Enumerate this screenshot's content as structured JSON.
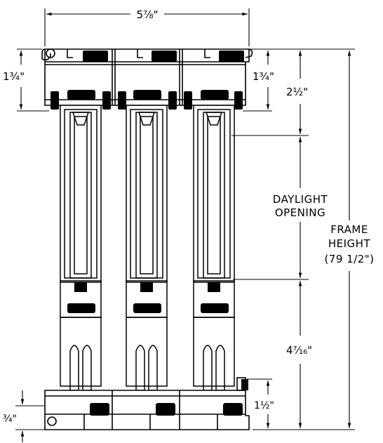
{
  "dimensions": {
    "overall_width": "5⅞\"",
    "head_left": "1¾\"",
    "head_right": "1¾\"",
    "head_to_daylight": "2½\"",
    "sill_to_daylight": "4⁷⁄₁₆\"",
    "sill_height": "1½\"",
    "sill_offset": "¾\""
  },
  "labels": {
    "daylight_line1": "DAYLIGHT",
    "daylight_line2": "OPENING",
    "frame_line1": "FRAME",
    "frame_line2": "HEIGHT",
    "frame_line3": "(79 1/2\")"
  }
}
